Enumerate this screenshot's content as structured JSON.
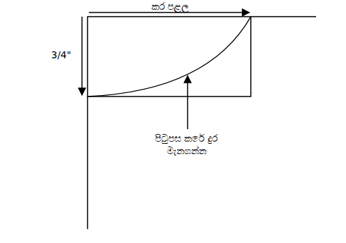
{
  "diagram": {
    "labels": [
      "කර පළල",
      "3/4\"",
      "පිටුපස කරේ දුර මැනගන්න"
    ]
  }
}
